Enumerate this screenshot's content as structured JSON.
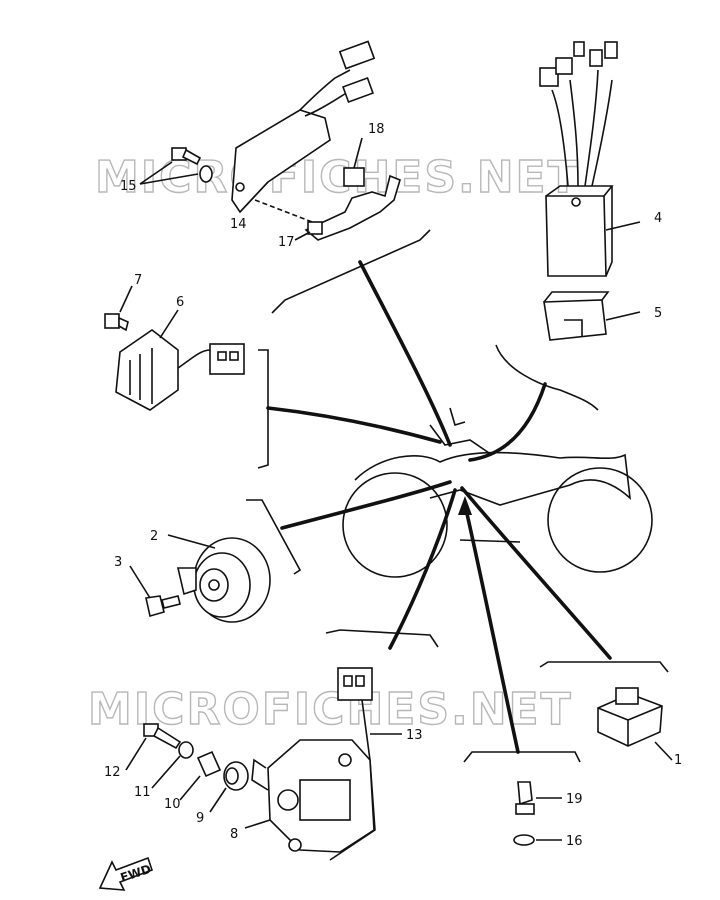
{
  "watermark": "MICROFICHES.NET",
  "fwd_label": "FWD",
  "callouts": [
    {
      "id": "c1",
      "text": "1"
    },
    {
      "id": "c2",
      "text": "2"
    },
    {
      "id": "c3",
      "text": "3"
    },
    {
      "id": "c4",
      "text": "4"
    },
    {
      "id": "c5",
      "text": "5"
    },
    {
      "id": "c6",
      "text": "6"
    },
    {
      "id": "c7",
      "text": "7"
    },
    {
      "id": "c8",
      "text": "8"
    },
    {
      "id": "c9",
      "text": "9"
    },
    {
      "id": "c10",
      "text": "10"
    },
    {
      "id": "c11",
      "text": "11"
    },
    {
      "id": "c12",
      "text": "12"
    },
    {
      "id": "c13",
      "text": "13"
    },
    {
      "id": "c14",
      "text": "14"
    },
    {
      "id": "c15",
      "text": "15"
    },
    {
      "id": "c16",
      "text": "16"
    },
    {
      "id": "c17",
      "text": "17"
    },
    {
      "id": "c18",
      "text": "18"
    },
    {
      "id": "c19",
      "text": "19"
    }
  ]
}
